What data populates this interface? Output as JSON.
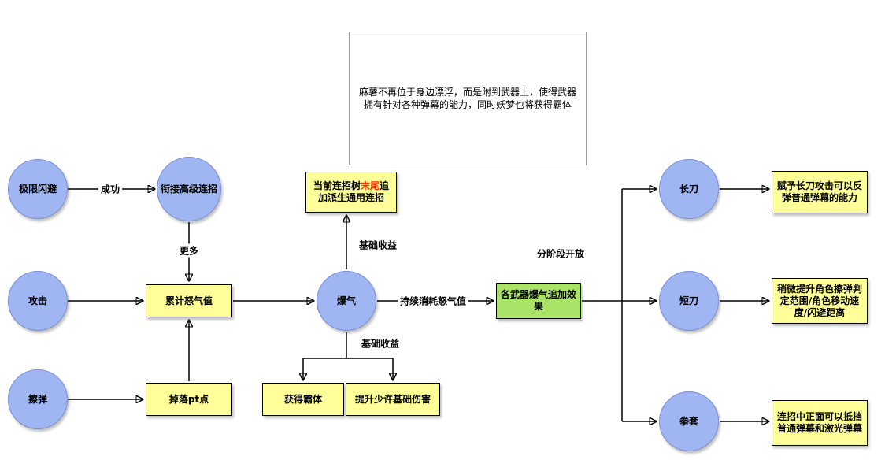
{
  "note": {
    "text": "麻薯不再位于身边漂浮，而是附到武器上，使得武器拥有针对各种弹幕的能力，同时妖梦也将获得霸体"
  },
  "nodes": {
    "extreme_dodge": "极限闪避",
    "advanced_combo": "衔接高级连招",
    "attack": "攻击",
    "graze": "擦弹",
    "rage_accumulate": "累计怒气值",
    "drop_pt": "掉落pt点",
    "burst": "爆气",
    "combo_tree": {
      "prefix": "当前连招树",
      "highlight": "末尾",
      "suffix": "追加派生通用连招"
    },
    "gain_armor": "获得霸体",
    "damage_boost": "提升少许基础伤害",
    "weapon_burst_effect": "各武器爆气追加效果",
    "long_sword": "长刀",
    "short_sword": "短刀",
    "gauntlet": "拳套",
    "long_sword_effect": "赋予长刀攻击可以反弹普通弹幕的能力",
    "short_sword_effect": "稍微提升角色擦弹判定范围/角色移动速度/闪避距离",
    "gauntlet_effect": "连招中正面可以抵挡普通弹幕和激光弹幕"
  },
  "edge_labels": {
    "success": "成功",
    "more": "更多",
    "base_benefit_top": "基础收益",
    "base_benefit_bottom": "基础收益",
    "consume_rage": "持续消耗怒气值",
    "staged_unlock": "分阶段开放"
  },
  "colors": {
    "circle_fill": "#9fb6f2",
    "circle_stroke": "#7c8fd0",
    "yellow_fill": "#ffff99",
    "green_fill": "#a9e368",
    "highlight_text": "#ff3300"
  }
}
